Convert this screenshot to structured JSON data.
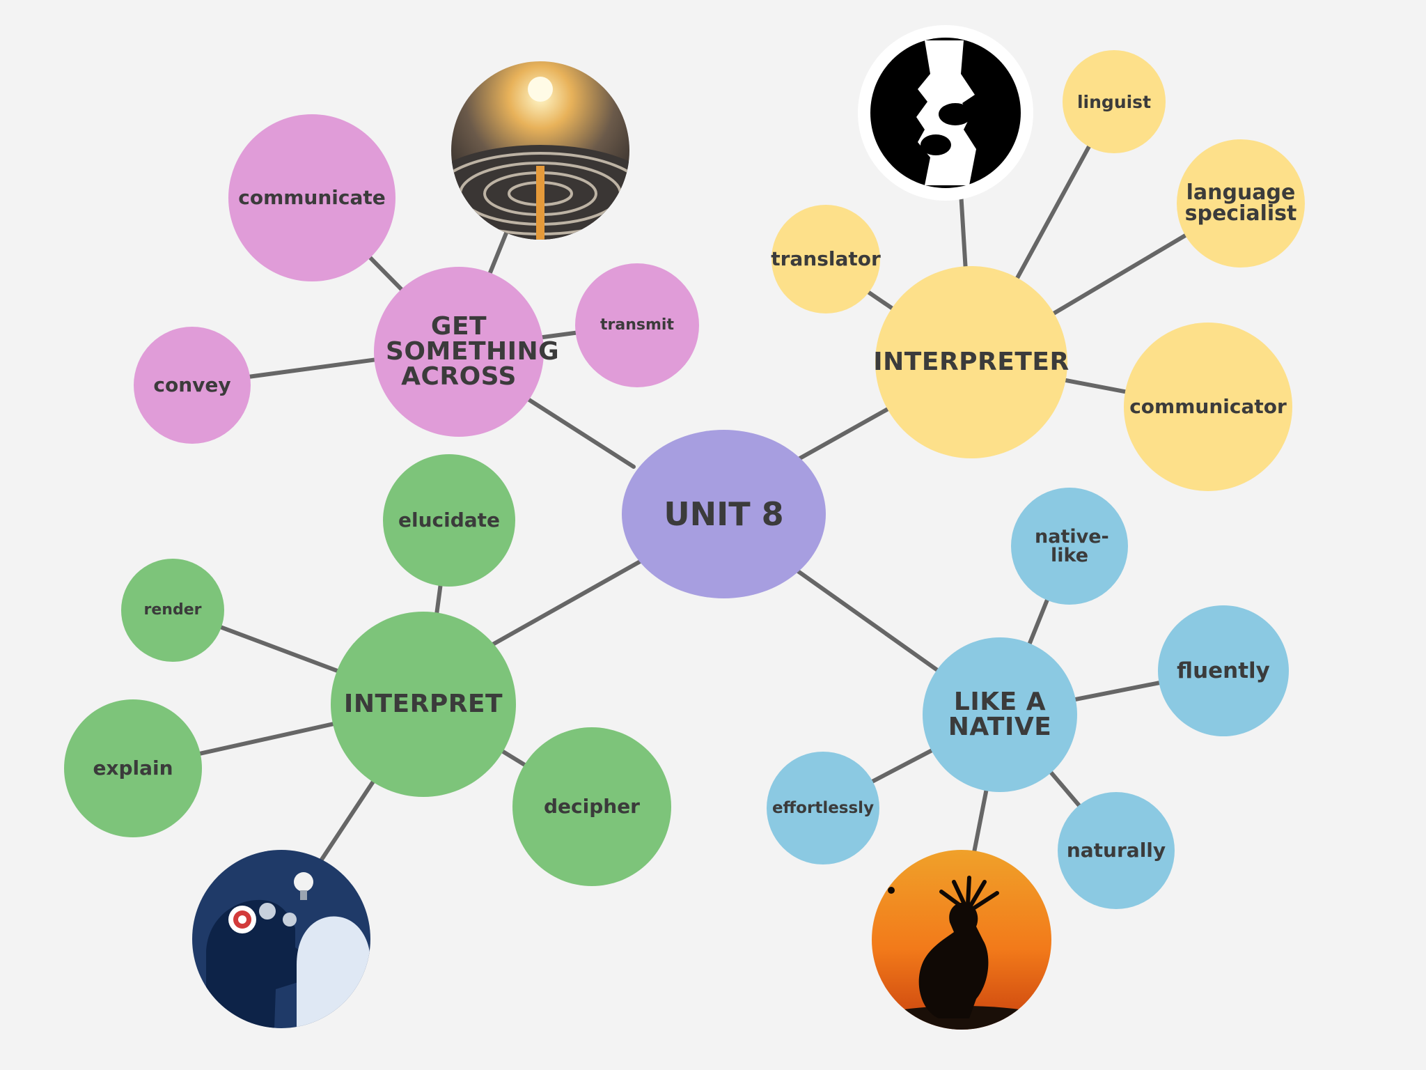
{
  "colors": {
    "background": "#f3f3f3",
    "line": "#666666",
    "center": "#a79ee0",
    "pink": "#e09cd8",
    "yellow": "#fde08a",
    "green": "#7dc47a",
    "blue": "#8bc9e2",
    "text": "#3b3b3b"
  },
  "center": {
    "label": "UNIT 8"
  },
  "groups": [
    {
      "label": "GET SOMETHING ACROSS",
      "color": "pink",
      "items": [
        "communicate",
        "convey",
        "transmit"
      ],
      "image_icon": "maze-image-icon"
    },
    {
      "label": "INTERPRETER",
      "color": "yellow",
      "items": [
        "translator",
        "linguist",
        "language specialist",
        "communicator"
      ],
      "image_icon": "faces-speech-bubbles-icon"
    },
    {
      "label": "INTERPRET",
      "color": "green",
      "items": [
        "elucidate",
        "render",
        "explain",
        "decipher"
      ],
      "image_icon": "heads-gears-icon"
    },
    {
      "label": "LIKE A NATIVE",
      "color": "blue",
      "items": [
        "native-like",
        "fluently",
        "effortlessly",
        "naturally"
      ],
      "image_icon": "native-silhouette-sunset-icon"
    }
  ]
}
